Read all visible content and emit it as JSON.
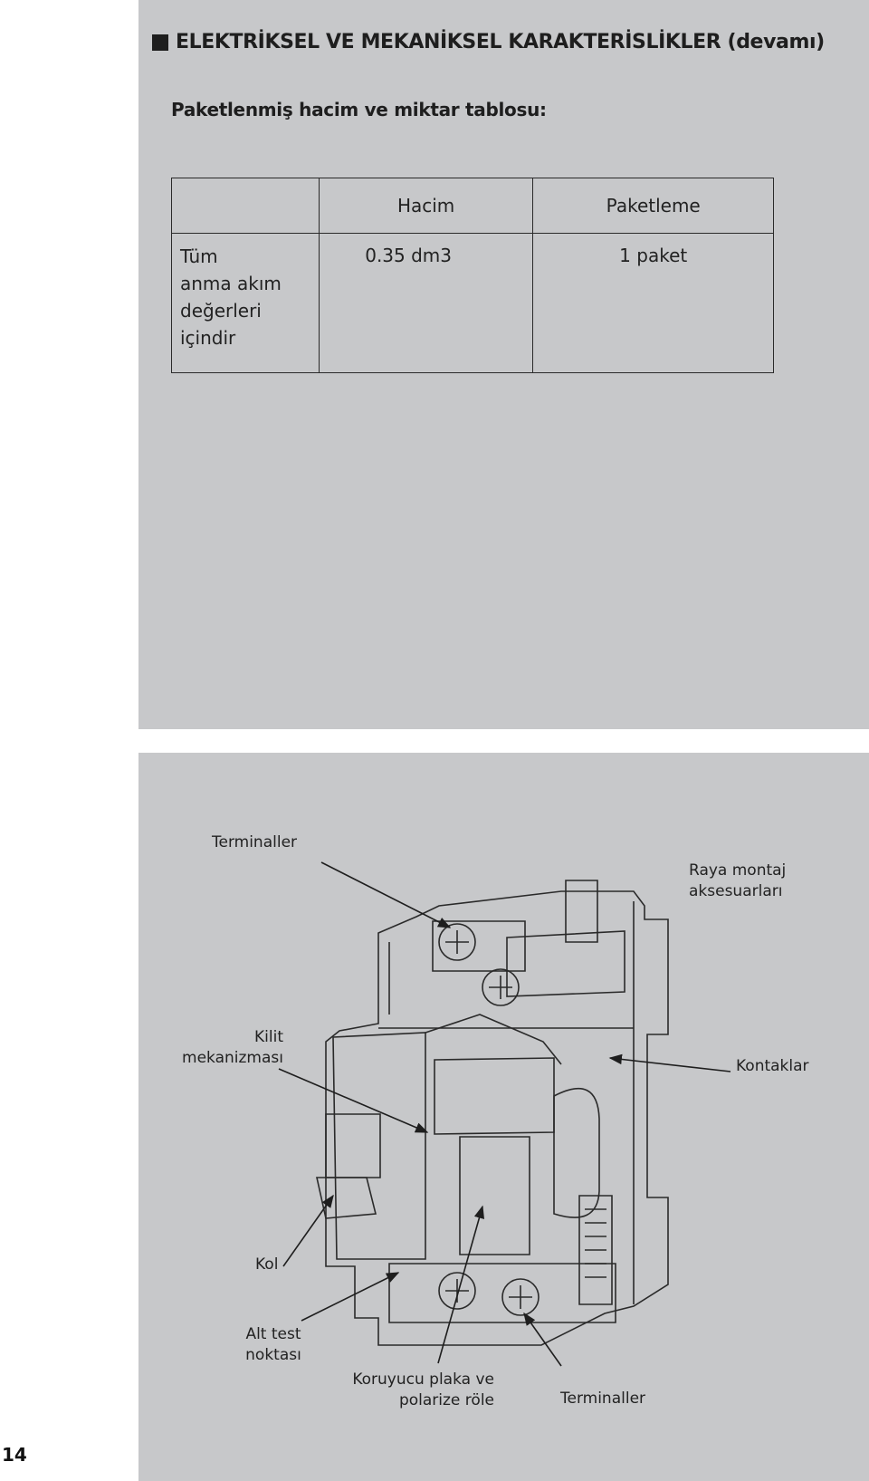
{
  "heading": "ELEKTRİKSEL VE MEKANİKSEL KARAKTERİSLİKLER (devamı)",
  "subheading": "Paketlenmiş hacim ve miktar tablosu:",
  "table": {
    "headers": [
      "",
      "Hacim",
      "Paketleme"
    ],
    "row": {
      "label_lines": [
        "Tüm",
        "anma akım",
        "değerleri",
        "içindir"
      ],
      "volume": "0.35 dm3",
      "packaging": "1 paket"
    }
  },
  "diagram_labels": {
    "terminals_top": "Terminaller",
    "rail_mount": [
      "Raya montaj",
      "aksesuarları"
    ],
    "lock_mechanism": [
      "Kilit",
      "mekanizması"
    ],
    "contacts": "Kontaklar",
    "lever": "Kol",
    "lower_test_point": [
      "Alt test",
      "noktası"
    ],
    "protective_plate": [
      "Koruyucu plaka ve",
      "polarize röle"
    ],
    "terminals_bottom": "Terminaller"
  },
  "page_number": "14",
  "colors": {
    "panel": "#c7c8ca",
    "ink": "#1e1e1e"
  }
}
